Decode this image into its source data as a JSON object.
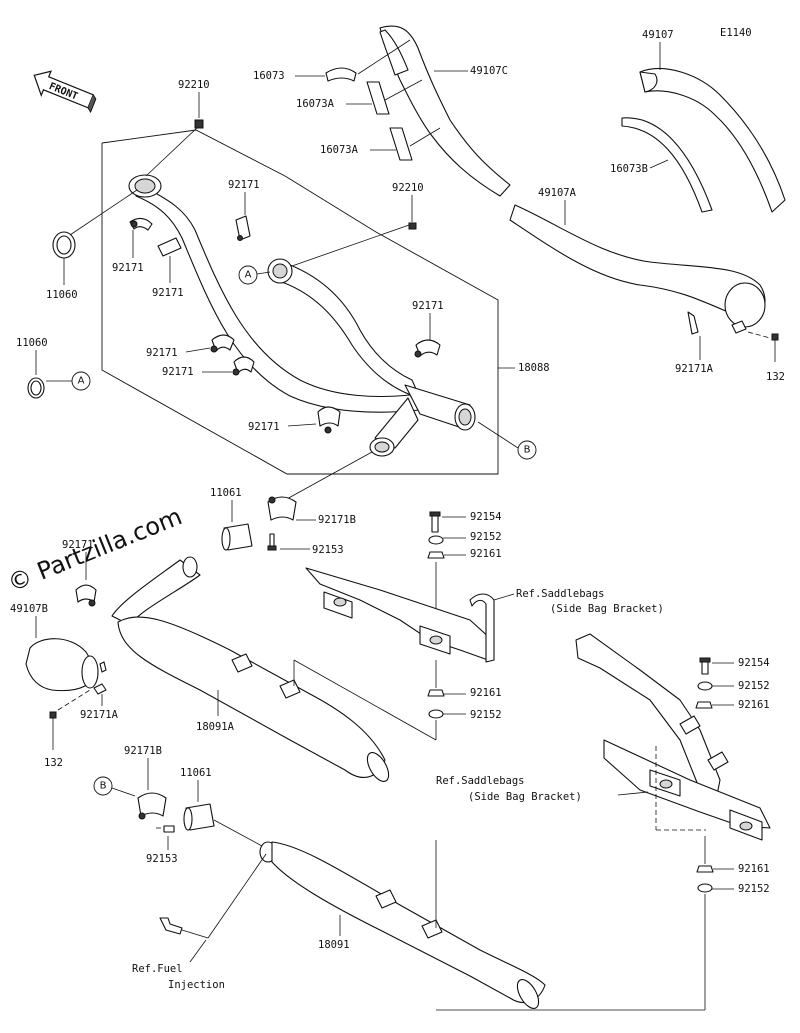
{
  "diagram_code": "E1140",
  "front_label": "FRONT",
  "watermark": "© Partzilla.com",
  "callouts": {
    "a": "A",
    "b": "B"
  },
  "parts": {
    "p92210_top": "92210",
    "p92210_mid": "92210",
    "p11060_top": "11060",
    "p11060_left": "11060",
    "p92171_a": "92171",
    "p92171_b": "92171",
    "p92171_c": "92171",
    "p92171_d": "92171",
    "p92171_e": "92171",
    "p92171_f": "92171",
    "p92171_g": "92171",
    "p92171_h": "92171",
    "p16073": "16073",
    "p16073A_1": "16073A",
    "p16073A_2": "16073A",
    "p16073B": "16073B",
    "p49107": "49107",
    "p49107C": "49107C",
    "p49107A": "49107A",
    "p49107B": "49107B",
    "p92171A_right": "92171A",
    "p92171A_left": "92171A",
    "p132_right": "132",
    "p132_left": "132",
    "p18088": "18088",
    "p11061_top": "11061",
    "p11061_bottom": "11061",
    "p92171B_top": "92171B",
    "p92171B_bottom": "92171B",
    "p92153_top": "92153",
    "p92153_bottom": "92153",
    "p92154_1": "92154",
    "p92152_1": "92152",
    "p92161_1": "92161",
    "p92161_2": "92161",
    "p92152_2": "92152",
    "p92154_2": "92154",
    "p92152_3": "92152",
    "p92161_3": "92161",
    "p92161_4": "92161",
    "p92152_4": "92152",
    "p18091A": "18091A",
    "p18091": "18091"
  },
  "refs": {
    "saddlebags1_line1": "Ref.Saddlebags",
    "saddlebags1_line2": "(Side Bag Bracket)",
    "saddlebags2_line1": "Ref.Saddlebags",
    "saddlebags2_line2": "(Side Bag Bracket)",
    "fuel_line1": "Ref.Fuel",
    "fuel_line2": "Injection"
  },
  "icons": [
    "front-arrow-icon",
    "copyright-icon"
  ]
}
